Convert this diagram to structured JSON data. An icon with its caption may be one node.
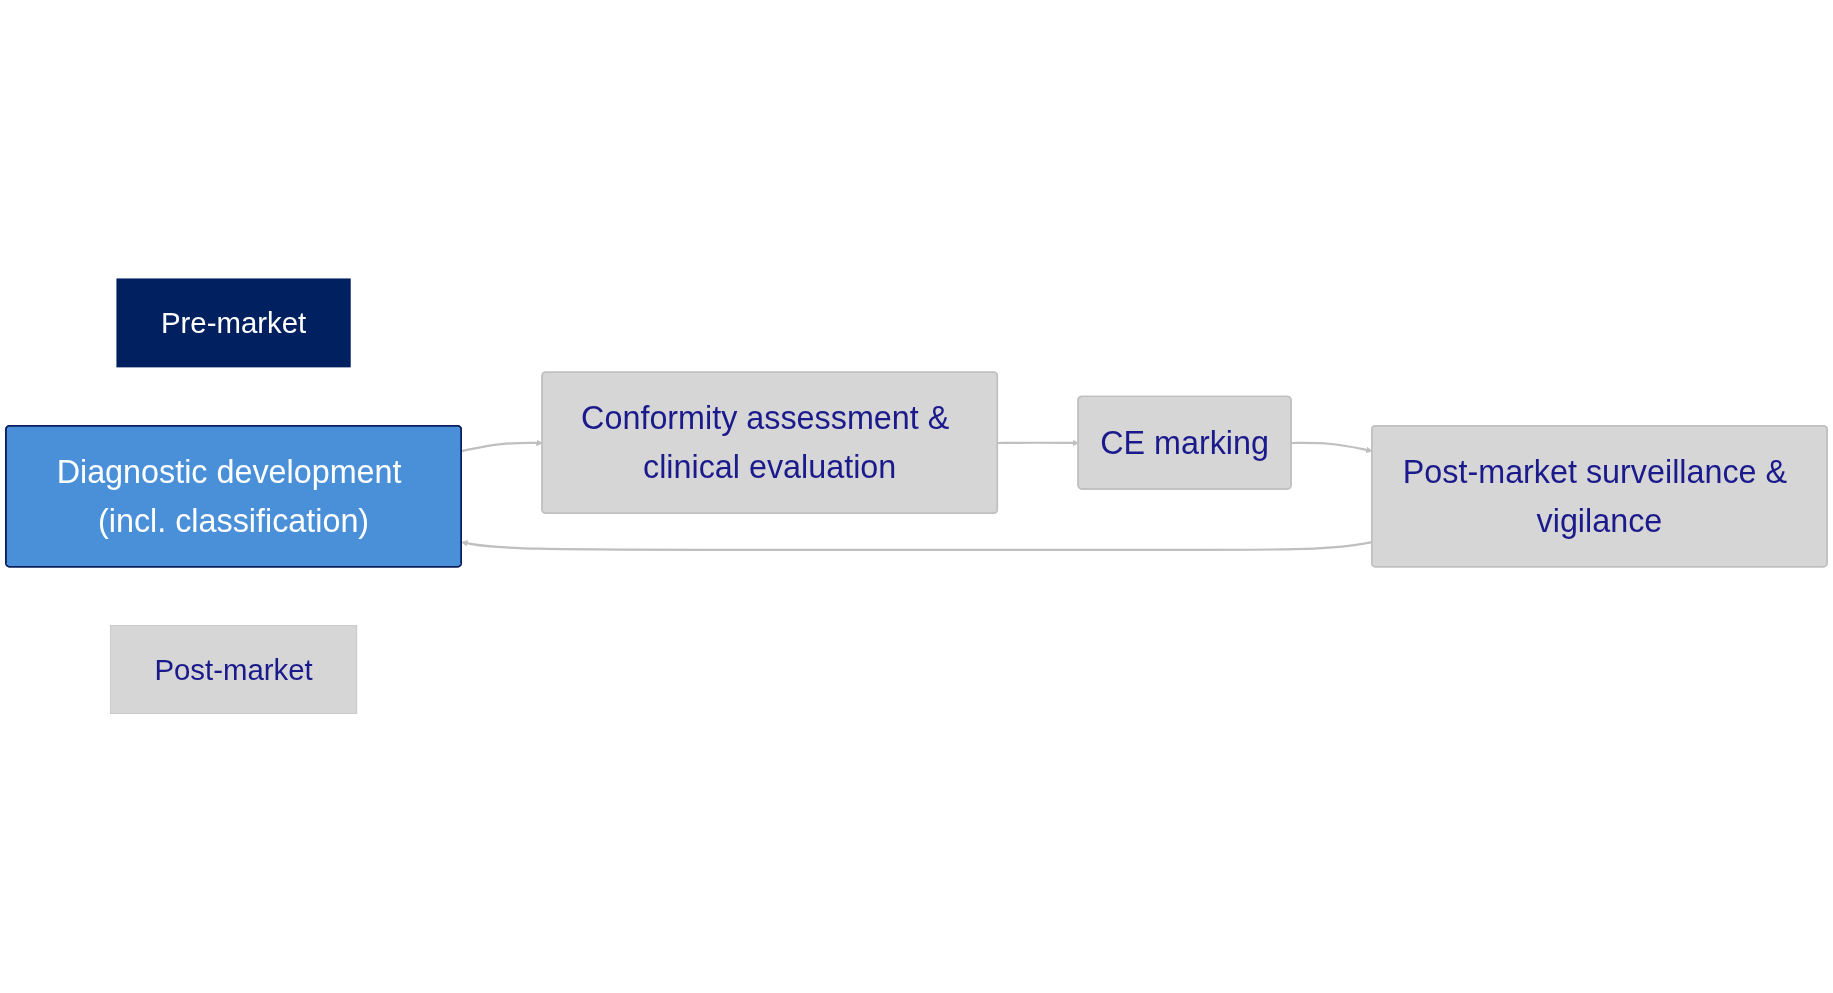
{
  "diagram": {
    "nodes": [
      {
        "text": [
          "Pre-market"
        ]
      },
      {
        "text": [
          "Diagnostic development (incl. classification)"
        ]
      },
      {
        "text": [
          "Conformity assessment & clinical evaluation"
        ]
      },
      {
        "text": [
          "Post-market surveillance & vigilance"
        ]
      },
      {
        "text": [
          "CE marking"
        ]
      },
      {
        "text": [
          "Post-market"
        ]
      }
    ],
    "edges": [
      {
        "from": 1,
        "to": 2,
        "arrow": "to"
      },
      {
        "from": 2,
        "to": 4,
        "arrow": "to"
      },
      {
        "from": 4,
        "to": 3,
        "arrow": "to"
      },
      {
        "from": 3,
        "to": 1,
        "arrow": "to"
      }
    ]
  }
}
